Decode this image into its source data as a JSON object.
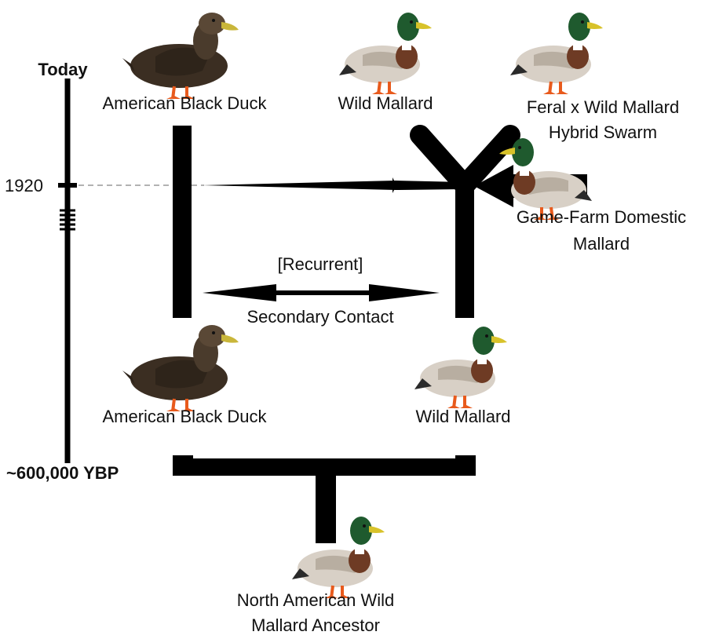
{
  "timeline": {
    "top_label": "Today",
    "mid_label": "1920",
    "bottom_label": "~600,000 YBP"
  },
  "nodes": {
    "black_duck_today": "American Black Duck",
    "wild_mallard_today": "Wild Mallard",
    "feral_hybrid_line1": "Feral x Wild Mallard",
    "feral_hybrid_line2": "Hybrid   Swarm",
    "game_farm_line1": "Game-Farm   Domestic",
    "game_farm_line2": "Mallard",
    "black_duck_past": "American Black Duck",
    "wild_mallard_past": "Wild Mallard",
    "ancestor_line1": "North American Wild",
    "ancestor_line2": "Mallard Ancestor"
  },
  "contact": {
    "top_label": "[Recurrent]",
    "bottom_label": "Secondary Contact"
  },
  "colors": {
    "line": "#000000",
    "dashed": "#999999",
    "black_duck_body": "#3b2e22",
    "mallard_head": "#1f5a2e",
    "mallard_body": "#d8d0c6",
    "mallard_breast": "#6e3b24",
    "bill_yellow": "#d8c22a",
    "feet_orange": "#e85a1c"
  },
  "icons": [
    "american-black-duck-icon",
    "mallard-duck-icon"
  ]
}
